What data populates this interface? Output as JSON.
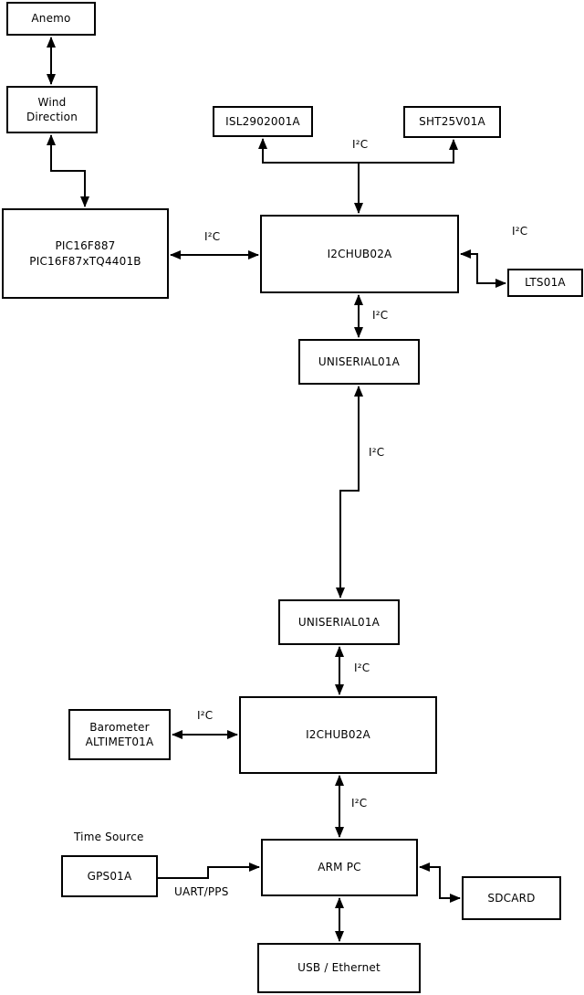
{
  "nodes": {
    "anemo": {
      "label": "Anemo"
    },
    "wind_direction": {
      "line1": "Wind",
      "line2": "Direction"
    },
    "pic": {
      "line1": "PIC16F887",
      "line2": "PIC16F87xTQ4401B"
    },
    "isl": {
      "label": "ISL2902001A"
    },
    "sht": {
      "label": "SHT25V01A"
    },
    "i2chub_top": {
      "label": "I2CHUB02A"
    },
    "lts": {
      "label": "LTS01A"
    },
    "uniserial_top": {
      "label": "UNISERIAL01A"
    },
    "uniserial_bottom": {
      "label": "UNISERIAL01A"
    },
    "i2chub_bottom": {
      "label": "I2CHUB02A"
    },
    "barometer": {
      "line1": "Barometer",
      "line2": "ALTIMET01A"
    },
    "gps": {
      "label": "GPS01A"
    },
    "arm_pc": {
      "label": "ARM PC"
    },
    "sdcard": {
      "label": "SDCARD"
    },
    "usb_ethernet": {
      "label": "USB / Ethernet"
    }
  },
  "labels": {
    "i2c": "I²C",
    "uart_pps": "UART/PPS",
    "time_source": "Time Source"
  },
  "colors": {
    "background": "#ffffff",
    "line": "#000000",
    "text": "#000000"
  }
}
